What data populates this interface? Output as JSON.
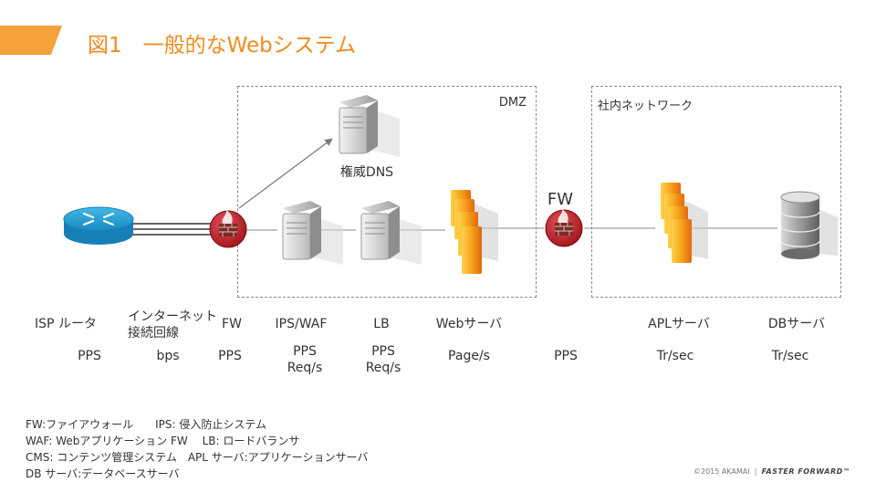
{
  "title": "図1　一般的なWebシステム",
  "zones": {
    "dmz": "DMZ",
    "internal": "社内ネットワーク"
  },
  "dns_label": "権威DNS",
  "fw_top_label": "FW",
  "components": [
    {
      "name": "ISP ルータ",
      "metric": "PPS"
    },
    {
      "name": "インターネット\n接続回線",
      "metric": "bps"
    },
    {
      "name": "FW",
      "metric": "PPS"
    },
    {
      "name": "IPS/WAF",
      "metric": "PPS\nReq/s"
    },
    {
      "name": "LB",
      "metric": "PPS\nReq/s"
    },
    {
      "name": "Webサーバ",
      "metric": "Page/s"
    },
    {
      "name": "",
      "metric": "PPS"
    },
    {
      "name": "APLサーバ",
      "metric": "Tr/sec"
    },
    {
      "name": "DBサーバ",
      "metric": "Tr/sec"
    }
  ],
  "legend": [
    "FW:ファイアウォール　　IPS: 侵入防止システム",
    "WAF: Webアプリケーション FW　 LB: ロードバランサ",
    "CMS: コンテンツ管理システム　APL サーバ:アプリケーションサーバ",
    "DB サーバ:データベースサーバ"
  ],
  "footer": {
    "copyright": "©2015 AKAMAI",
    "separator": "|",
    "tagline": "FASTER FORWARD™"
  },
  "colors": {
    "accent": "#f08c1e",
    "firewall": "#c8202a",
    "router": "#1ba0d8",
    "web_server": "#f29a1a"
  }
}
